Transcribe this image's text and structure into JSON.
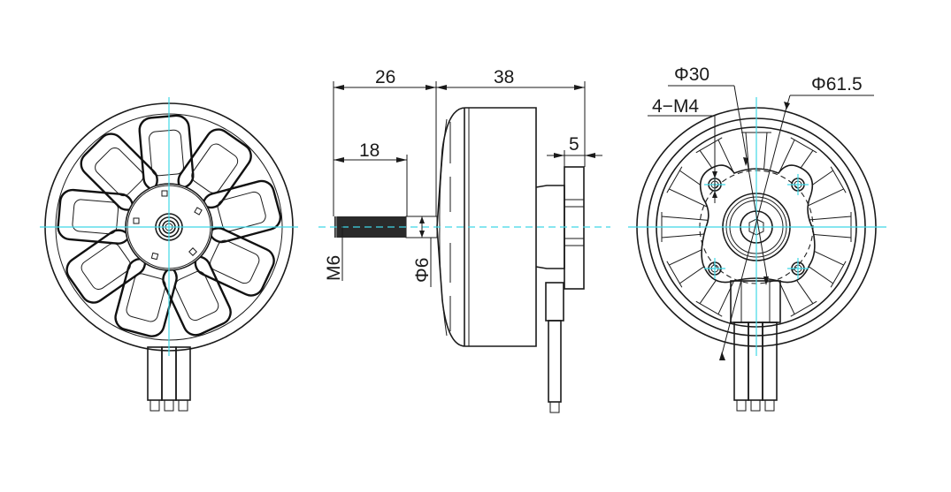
{
  "drawing": {
    "title": "Brushless motor dimension drawing",
    "colors": {
      "line": "#1a1a1a",
      "centerline": "#3fd8e6",
      "background": "#ffffff"
    },
    "views": [
      {
        "id": "rotor-front-view",
        "description": "Front view of bell with 9 spoke openings, 3 motor leads"
      },
      {
        "id": "side-view",
        "description": "Side profile with shaft, bell and base"
      },
      {
        "id": "base-mount-view",
        "description": "Rear view showing X-shaped mount with 4 holes"
      }
    ],
    "dimensions": {
      "shaft_length": "26",
      "body_length": "38",
      "thread_length": "18",
      "base_thickness": "5",
      "shaft_thread": "M6",
      "shaft_diameter": "Φ6",
      "mount_hole_circle": "Φ30",
      "mount_holes": "4−M4",
      "outer_diameter": "Φ61.5"
    }
  }
}
